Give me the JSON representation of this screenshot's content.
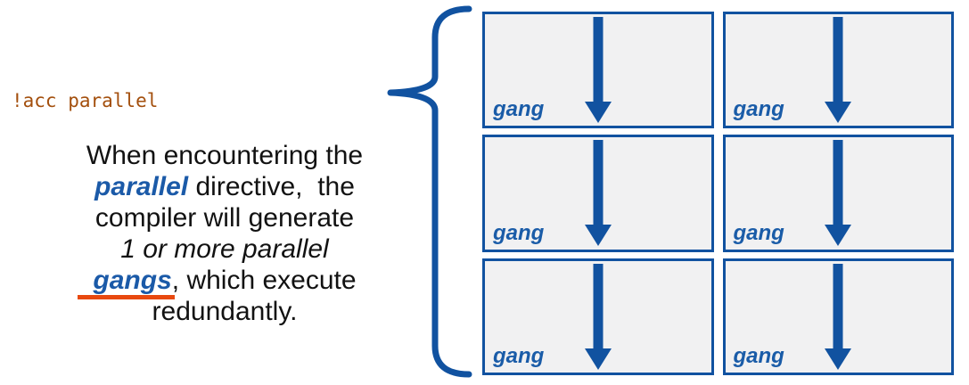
{
  "code": {
    "text": "!acc parallel"
  },
  "paragraph": {
    "line1": {
      "seg1": "When encountering the"
    },
    "line2": {
      "seg1": "parallel",
      "seg2": " directive,  the"
    },
    "line3": {
      "seg1": "compiler will generate"
    },
    "line4": {
      "seg1": "1 or more parallel"
    },
    "line5": {
      "seg1": "gangs",
      "seg2": ", which execute"
    },
    "line6": {
      "seg1": "redundantly."
    }
  },
  "grid": {
    "rows": 3,
    "cols": 2,
    "cells": [
      {
        "label": "gang",
        "icon": "down-arrow-icon"
      },
      {
        "label": "gang",
        "icon": "down-arrow-icon"
      },
      {
        "label": "gang",
        "icon": "down-arrow-icon"
      },
      {
        "label": "gang",
        "icon": "down-arrow-icon"
      },
      {
        "label": "gang",
        "icon": "down-arrow-icon"
      },
      {
        "label": "gang",
        "icon": "down-arrow-icon"
      }
    ]
  },
  "colors": {
    "shape_blue": "#1152A0",
    "text_blue": "#1B5AA8",
    "code_brown": "#A34F0D",
    "underline_orange": "#E8490F",
    "box_fill": "#F1F1F2",
    "body_text": "#121212",
    "background": "#FFFFFF"
  }
}
